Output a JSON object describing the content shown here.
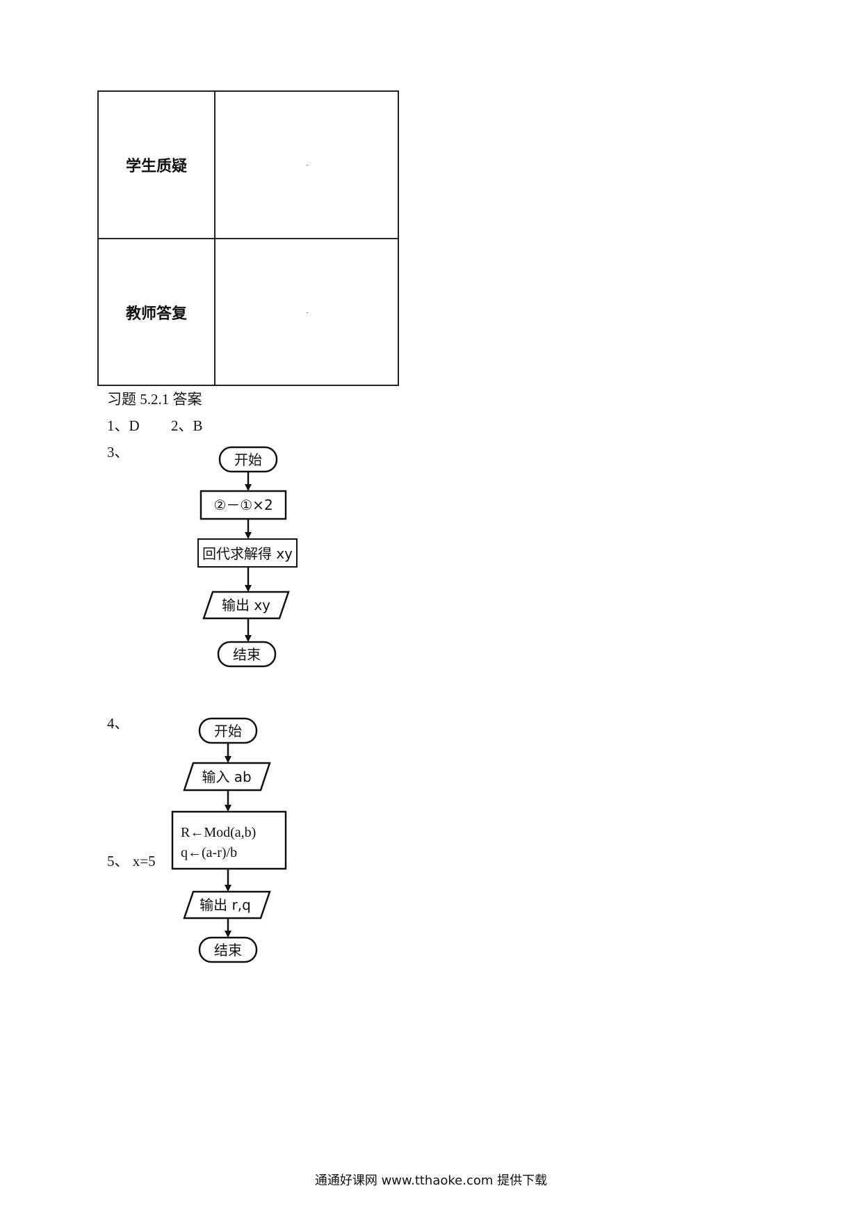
{
  "table": {
    "rows": [
      {
        "label": "学生质疑",
        "content": ""
      },
      {
        "label": "教师答复",
        "content": ""
      }
    ]
  },
  "answers": {
    "heading": "习题 5.2.1 答案",
    "q1": "1、D",
    "q2": "2、B",
    "q3_num": "3、",
    "q4_num": "4、",
    "q5": "5、 x=5"
  },
  "flowchart3": {
    "start": "开始",
    "step1": "②－①×2",
    "step2": "回代求解得 xy",
    "output": "输出 xy",
    "end": "结束"
  },
  "flowchart4": {
    "start": "开始",
    "input": "输入 ab",
    "process_line1": "R←Mod(a,b)",
    "process_line2": "q←(a-r)/b",
    "output": "输出 r,q",
    "end": "结束"
  },
  "footer": "通通好课网 www.tthaoke.com 提供下载"
}
